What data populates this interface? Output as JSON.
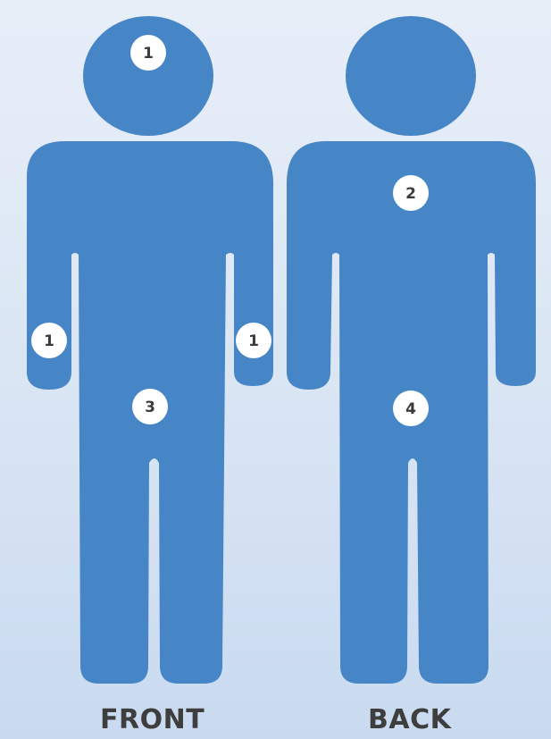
{
  "colors": {
    "body": "#4686c6",
    "badge_fill": "#ffffff",
    "badge_text": "#3b3b3b",
    "caption": "#3e3e3e"
  },
  "views": {
    "front": {
      "label": "FRONT",
      "markers": {
        "head": "1",
        "right_hand": "1",
        "left_hand": "1",
        "torso_legs": "3"
      }
    },
    "back": {
      "label": "BACK",
      "markers": {
        "upper_back": "2",
        "lower_back_legs": "4"
      }
    }
  }
}
